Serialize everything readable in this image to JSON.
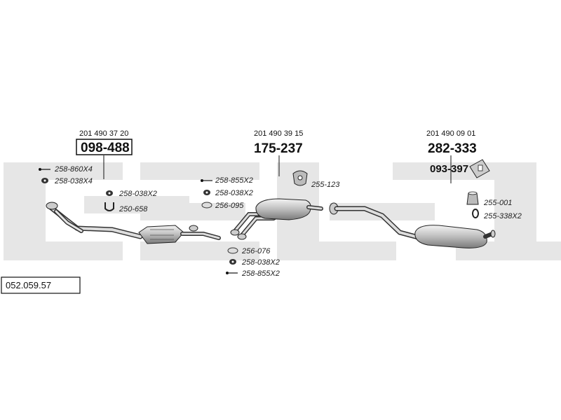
{
  "reference_number": "052.059.57",
  "sections": [
    {
      "oem_number": "201 490 37 20",
      "part_number": "098-488"
    },
    {
      "oem_number": "201 490 39 15",
      "part_number": "175-237"
    },
    {
      "oem_number": "201 490 09 01",
      "part_number": "282-333",
      "secondary_part": "093-397"
    }
  ],
  "labels": {
    "l1": "258-860X4",
    "l2": "258-038X4",
    "l3": "258-038X2",
    "l4": "250-658",
    "l5": "258-855X2",
    "l6": "258-038X2",
    "l7": "256-095",
    "l8": "255-123",
    "l9": "256-076",
    "l10": "258-038X2",
    "l11": "258-855X2",
    "l12": "255-001",
    "l13": "255-338X2"
  },
  "colors": {
    "watermark": "#e6e6e6",
    "line": "#111111",
    "part_fill": "#cfcfcf"
  }
}
